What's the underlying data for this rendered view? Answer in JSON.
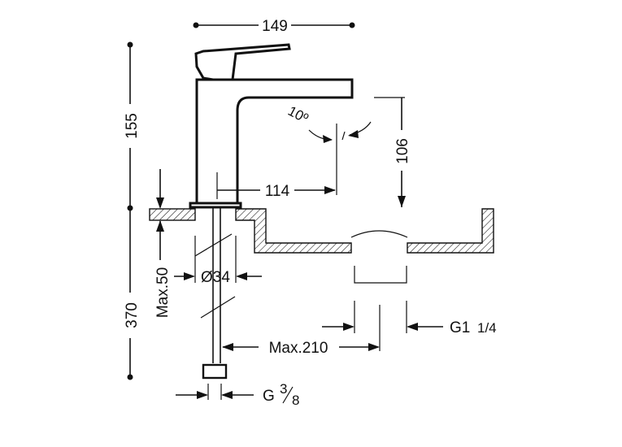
{
  "diagram": {
    "dimensions": {
      "top_width": "149",
      "total_height_upper": "155",
      "spout_height": "106",
      "spout_angle": "10º",
      "spout_reach": "114",
      "deck_thickness": "Max.50",
      "hole_diameter": "Ø34",
      "total_height_lower": "370",
      "hose_length": "Max.210",
      "waste_thread": "G1",
      "waste_thread_fraction": "1/4",
      "supply_thread": "G",
      "supply_thread_fraction_num": "3",
      "supply_thread_fraction_den": "8"
    },
    "colors": {
      "line": "#111111",
      "background": "#ffffff"
    }
  }
}
